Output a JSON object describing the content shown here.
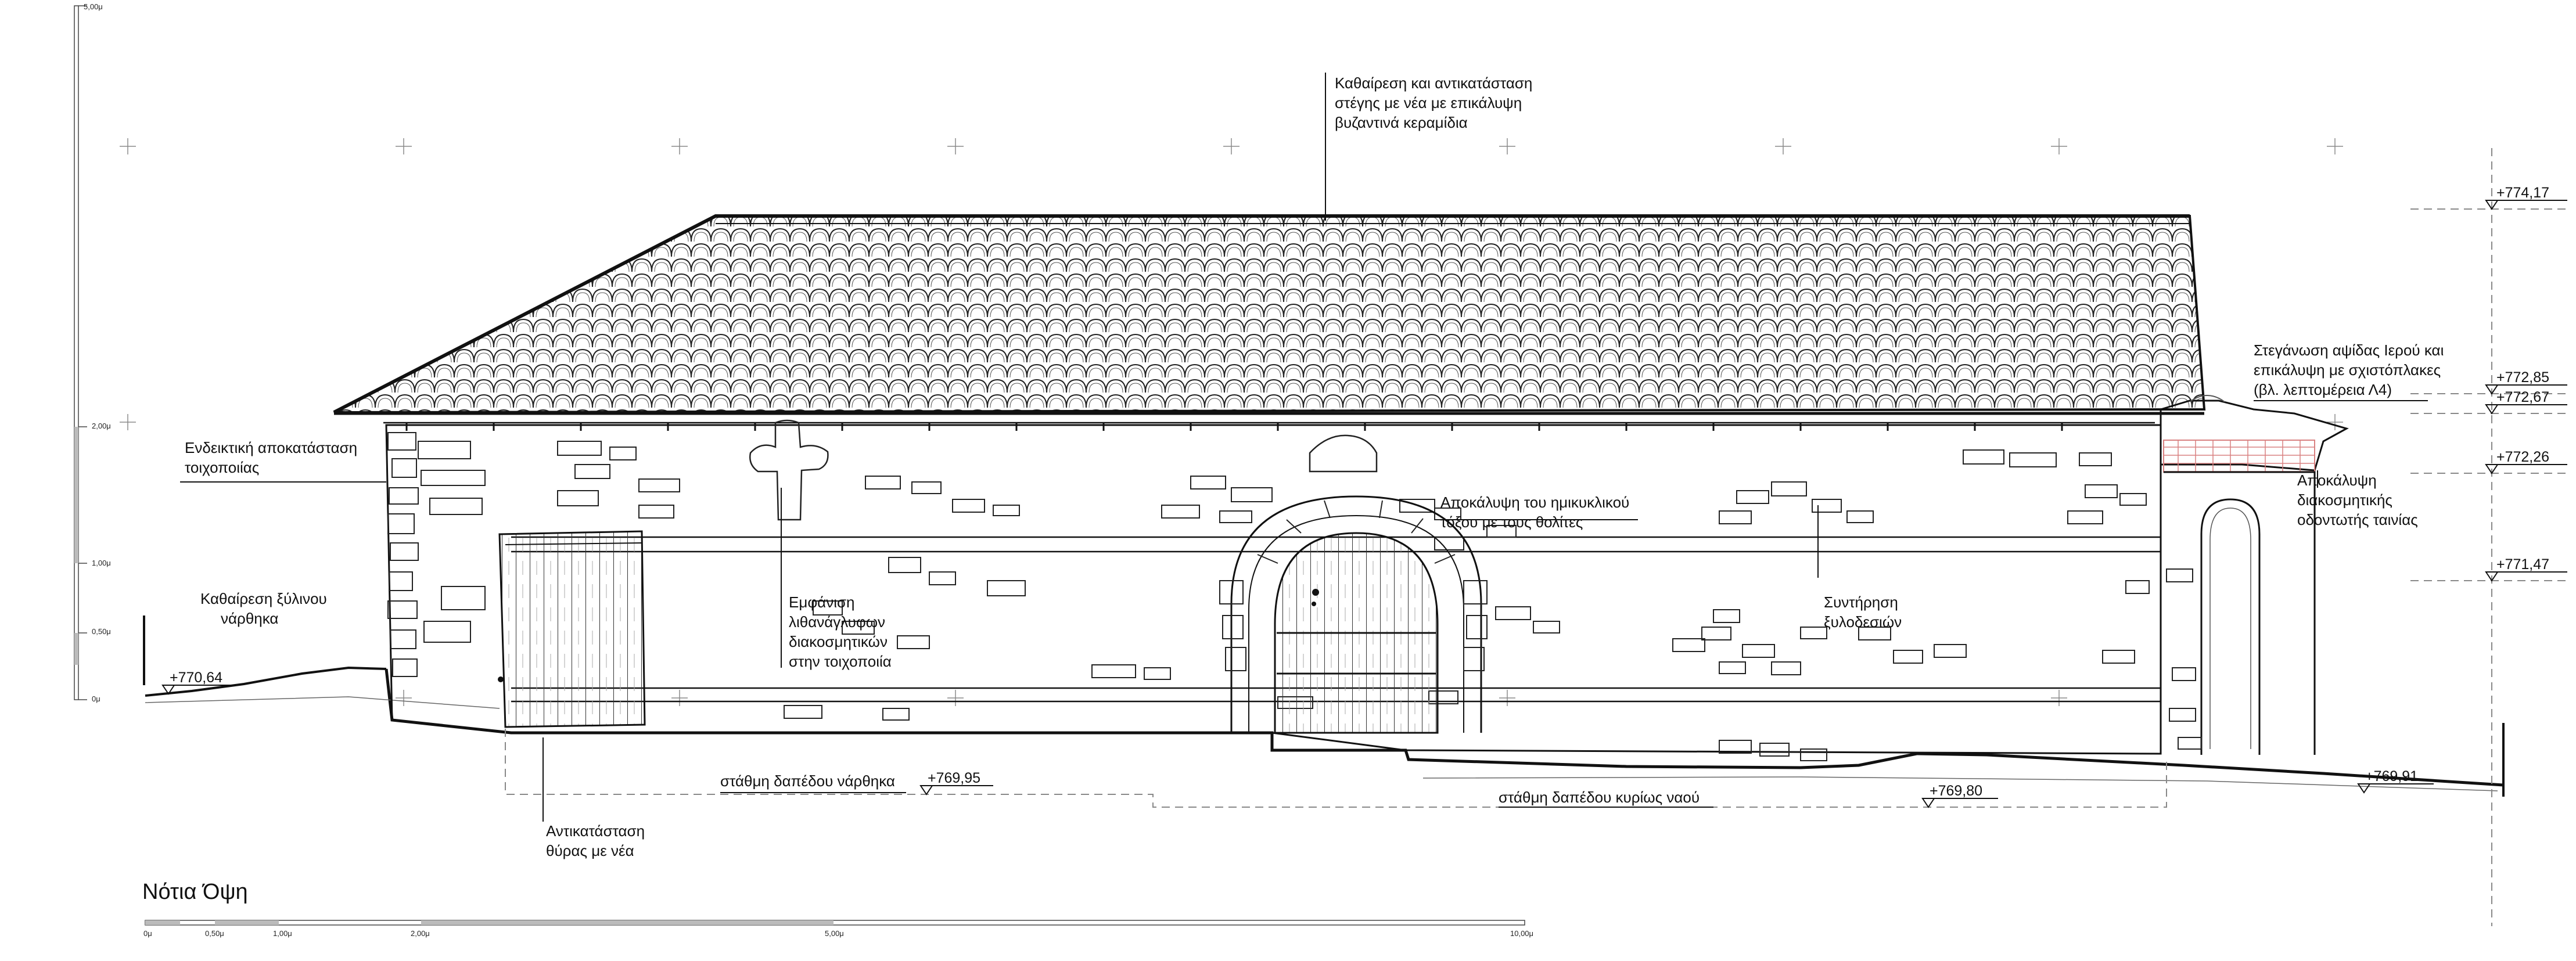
{
  "title": "Νότια Όψη",
  "annotations": {
    "roof": [
      "Καθαίρεση και αντικατάσταση",
      "στέγης με νέα με επικάλυψη",
      "βυζαντινά κεραμίδια"
    ],
    "wall_restore": [
      "Ενδεικτική αποκατάσταση",
      "τοιχοποιίας"
    ],
    "narthex_demolish": [
      "Καθαίρεση ξύλινου",
      "νάρθηκα"
    ],
    "reliefs": [
      "Εμφάνιση",
      "λιθανάγλυφων",
      "διακοσμητικών",
      "στην τοιχοποιία"
    ],
    "arch": [
      "Αποκάλυψη του ημικυκλικού",
      "τόξου με τους θολίτες"
    ],
    "ties": [
      "Συντήρηση",
      "ξυλοδεσιών"
    ],
    "apse": [
      "Στεγάνωση αψίδας Ιερού και",
      "επικάλυψη με σχιστόπλακες",
      "(βλ. λεπτομέρεια Λ4)"
    ],
    "dentil": [
      "Αποκάλυψη",
      "διακοσμητικής",
      "οδοντωτής ταινίας"
    ],
    "door": [
      "Αντικατάσταση",
      "θύρας με νέα"
    ],
    "floor_narthex": "στάθμη δαπέδου νάρθηκα",
    "floor_nave": "στάθμη δαπέδου κυρίως ναού"
  },
  "levels": {
    "roof_top": "+774,17",
    "eave": "+772,85",
    "apse_roof": "+772,67",
    "apse_cornice": "+772,26",
    "apse_mid": "+771,47",
    "west_ground": "+770,64",
    "narthex_floor": "+769,95",
    "nave_floor": "+769,80",
    "east_ground": "+769,91"
  },
  "vertical_scale": [
    "5,00μ",
    "2,00μ",
    "1,00μ",
    "0,50μ",
    "0μ"
  ],
  "horizontal_scale": [
    "0μ",
    "0,50μ",
    "1,00μ",
    "2,00μ",
    "5,00μ",
    "10,00μ"
  ],
  "colors": {
    "line": "#111111",
    "apse_red": "#d98080",
    "grid": "#8a8a8a"
  }
}
